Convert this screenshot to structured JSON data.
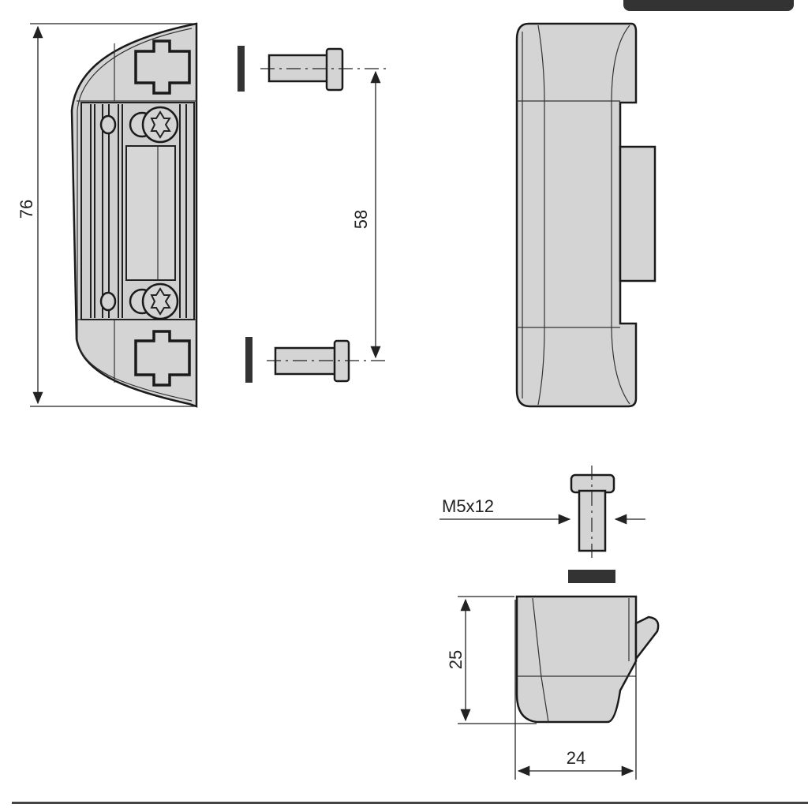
{
  "drawing": {
    "dimensions": {
      "overall_height": "76",
      "hole_spacing": "58",
      "screw_size": "M5x12",
      "side_height": "25",
      "side_width": "24"
    },
    "colors": {
      "part_fill": "#d4d4d4",
      "outline": "#1a1a1a",
      "header_bar": "#333333"
    }
  }
}
